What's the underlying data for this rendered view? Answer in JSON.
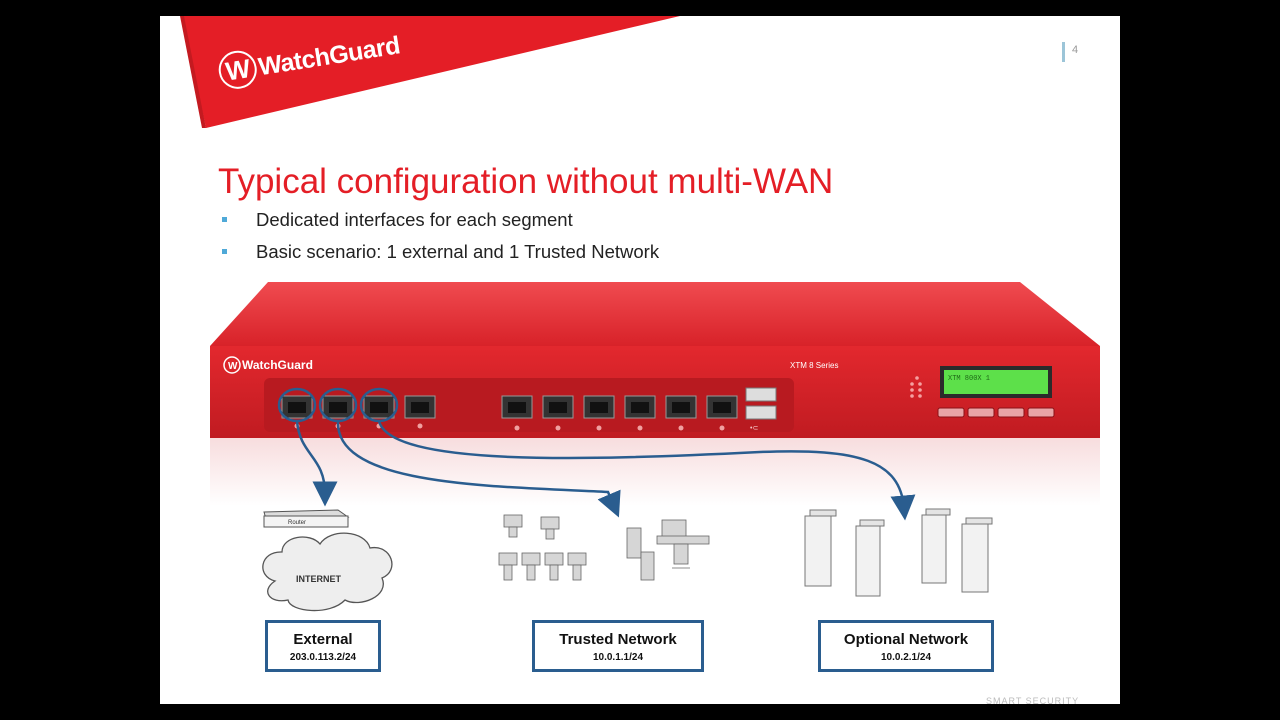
{
  "slide": {
    "number": "4",
    "logo": "WatchGuard",
    "title": "Typical configuration without multi-WAN",
    "bullets": [
      "Dedicated interfaces for each segment",
      "Basic scenario: 1 external and 1 Trusted Network"
    ],
    "footer": "SMART SECURITY"
  },
  "device": {
    "brand": "WatchGuard",
    "model": "XTM 8 Series",
    "lcd_text": "XTM 800X 1"
  },
  "diagram": {
    "router_label": "Router",
    "internet_label": "INTERNET",
    "segments": [
      {
        "name": "External",
        "ip": "203.0.113.2/24"
      },
      {
        "name": "Trusted Network",
        "ip": "10.0.1.1/24"
      },
      {
        "name": "Optional Network",
        "ip": "10.0.2.1/24"
      }
    ]
  },
  "colors": {
    "brand_red": "#e41e26",
    "device_red": "#d9232a",
    "link_blue": "#2a5d8f",
    "background": "#000000"
  }
}
